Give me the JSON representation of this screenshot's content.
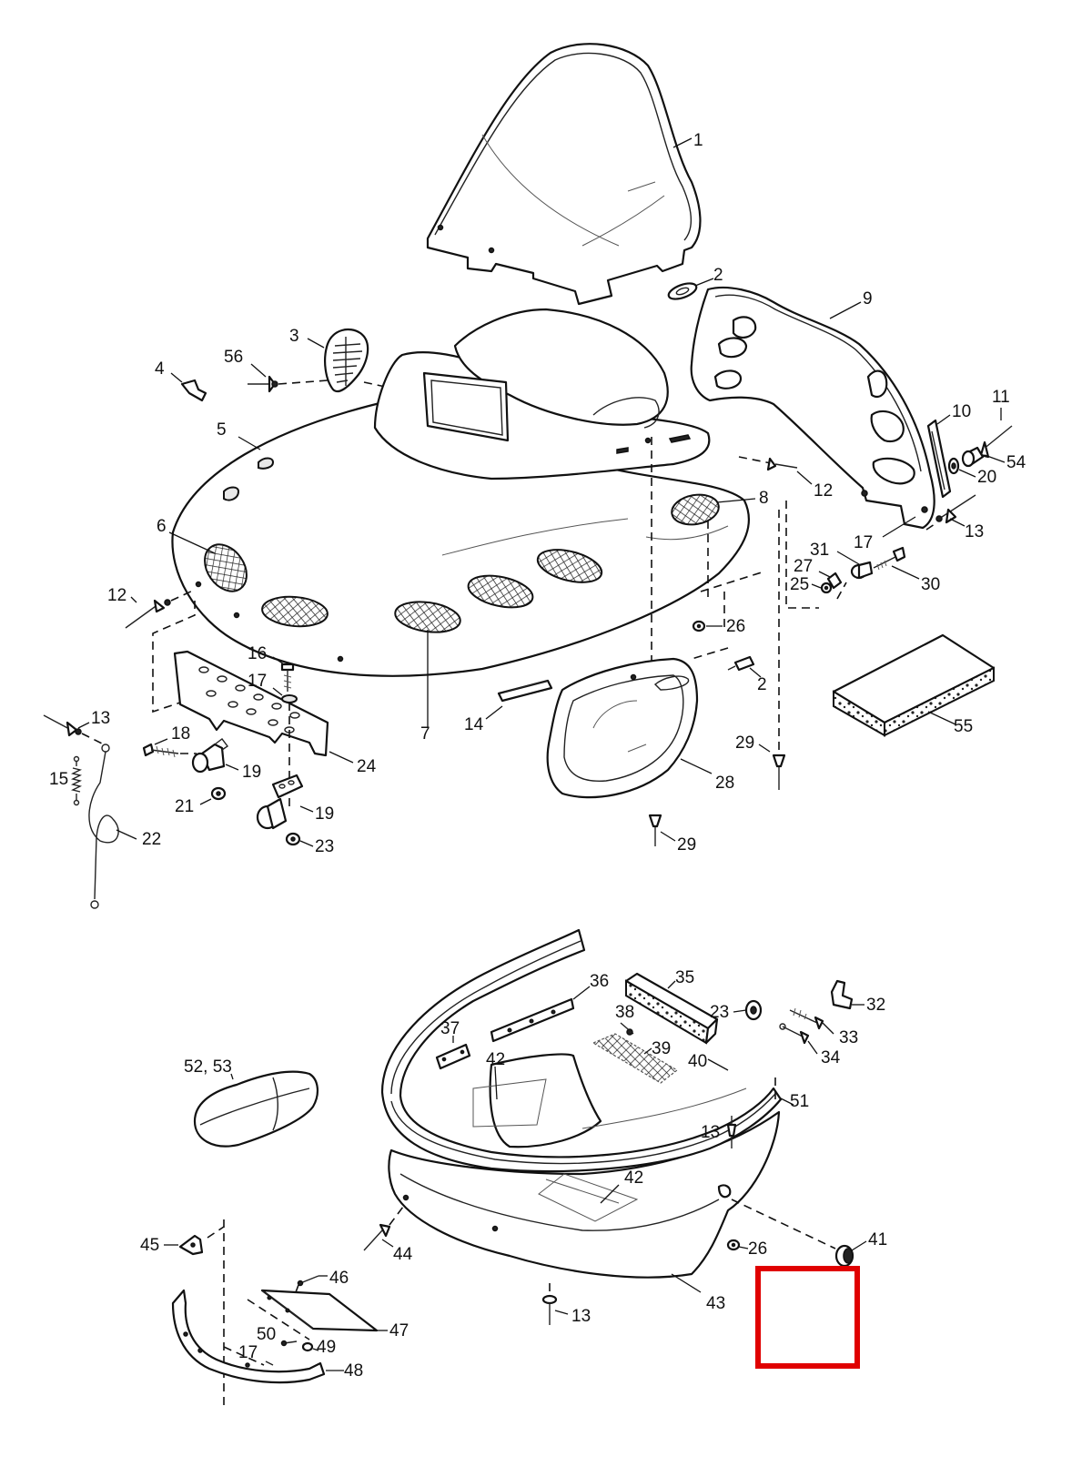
{
  "callouts": {
    "c1": "1",
    "c2a": "2",
    "c2b": "2",
    "c3": "3",
    "c4": "4",
    "c5": "5",
    "c6": "6",
    "c7": "7",
    "c8": "8",
    "c9": "9",
    "c10": "10",
    "c11": "11",
    "c12a": "12",
    "c12b": "12",
    "c13a": "13",
    "c13b": "13",
    "c13c": "13",
    "c13d": "13",
    "c14": "14",
    "c15": "15",
    "c16": "16",
    "c17a": "17",
    "c17b": "17",
    "c17c": "17",
    "c18": "18",
    "c19a": "19",
    "c19b": "19",
    "c20": "20",
    "c21": "21",
    "c22": "22",
    "c23a": "23",
    "c23b": "23",
    "c24": "24",
    "c25": "25",
    "c26a": "26",
    "c26b": "26",
    "c27": "27",
    "c28": "28",
    "c29a": "29",
    "c29b": "29",
    "c30": "30",
    "c31": "31",
    "c32": "32",
    "c33": "33",
    "c34": "34",
    "c35": "35",
    "c36": "36",
    "c37": "37",
    "c38": "38",
    "c39": "39",
    "c40": "40",
    "c41": "41",
    "c42a": "42",
    "c42b": "42",
    "c43": "43",
    "c44": "44",
    "c45": "45",
    "c46": "46",
    "c47": "47",
    "c48": "48",
    "c49": "49",
    "c50": "50",
    "c51": "51",
    "c5253": "52, 53",
    "c54": "54",
    "c55": "55",
    "c56": "56"
  },
  "highlight": {
    "color": "#e00000"
  }
}
